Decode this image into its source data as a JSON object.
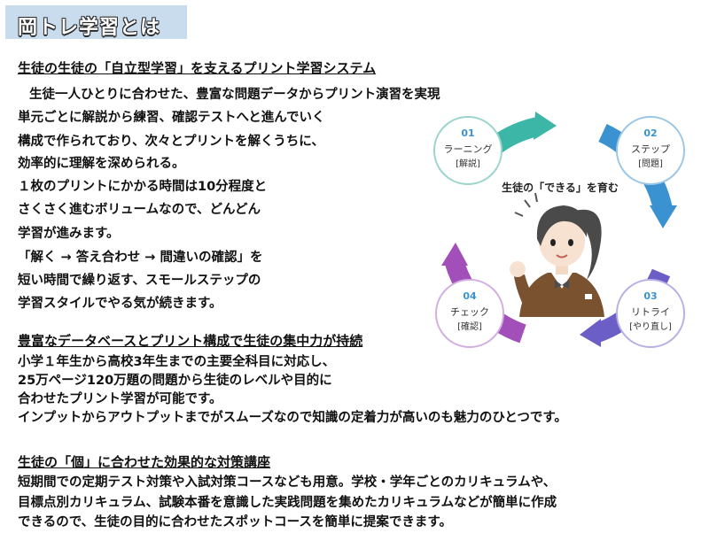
{
  "page": {
    "title": "岡トレ学習とは"
  },
  "section1": {
    "heading": "生徒の生徒の「自立型学習」を支えるプリント学習システム",
    "lines": [
      "生徒一人ひとりに合わせた、豊富な問題データからプリント演習を実現",
      "単元ごとに解説から練習、確認テストへと進んでいく",
      "構成で作られており、次々とプリントを解くうちに、",
      "効率的に理解を深められる。",
      "１枚のプリントにかかる時間は10分程度と",
      "さくさく進むボリュームなので、どんどん",
      "学習が進みます。",
      "「解く → 答え合わせ → 間違いの確認」を",
      "短い時間で繰り返す、スモールステップの",
      "学習スタイルでやる気が続きます。"
    ]
  },
  "section2": {
    "heading": "豊富なデータベースとプリント構成で生徒の集中力が持続",
    "lines": [
      "小学１年生から高校3年生までの主要全科目に対応し、",
      "25万ページ120万題の問題から生徒のレベルや目的に",
      "合わせたプリント学習が可能です。",
      "インプットからアウトプットまでがスムーズなので知識の定着力が高いのも魅力のひとつです。"
    ]
  },
  "section3": {
    "heading": "生徒の「個」に合わせた効果的な対策講座",
    "lines": [
      "短期間での定期テスト対策や入試対策コースなども用意。学校・学年ごとのカリキュラムや、",
      "目標点別カリキュラム、試験本番を意識した実践問題を集めたカリキュラムなどが簡単に作成",
      "できるので、生徒の目的に合わせたスポットコースを簡単に提案できます。"
    ]
  },
  "diagram": {
    "center_label": "生徒の「できる」を育む",
    "steps": [
      {
        "num": "01",
        "name": "ラーニング",
        "sub": "[解説]"
      },
      {
        "num": "02",
        "name": "ステップ",
        "sub": "[問題]"
      },
      {
        "num": "03",
        "name": "リトライ",
        "sub": "[やり直し]"
      },
      {
        "num": "04",
        "name": "チェック",
        "sub": "[確認]"
      }
    ],
    "colors": {
      "arc_learning": "#3cb7a7",
      "arc_step": "#3a93d0",
      "arc_retry": "#6b5fc7",
      "arc_check": "#a24fb9",
      "number": "#3a93d0"
    }
  }
}
